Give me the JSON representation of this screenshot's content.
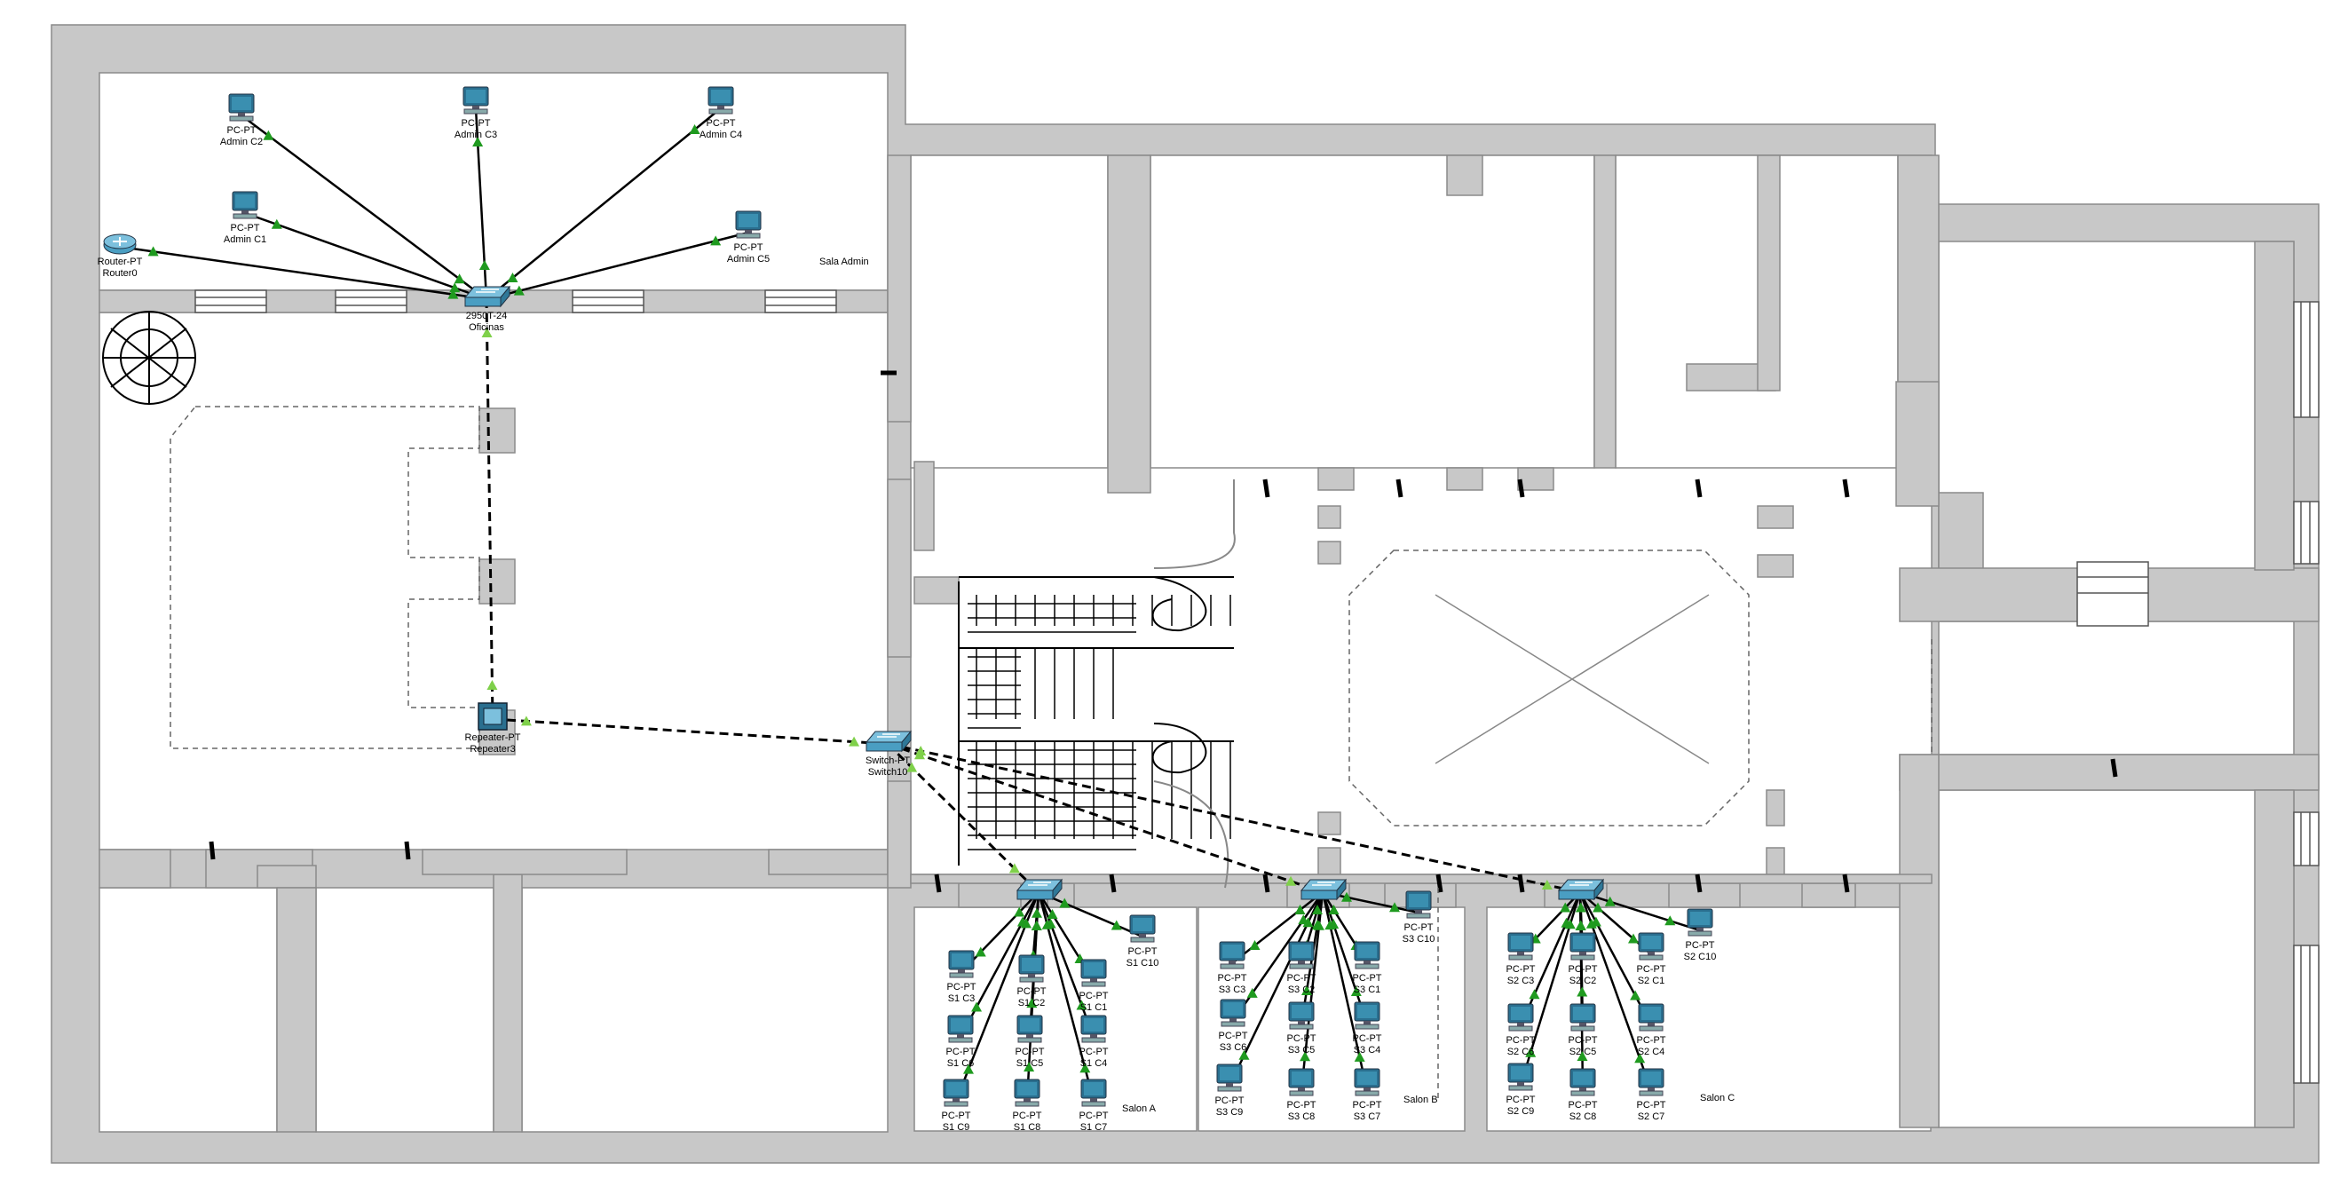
{
  "rooms": [
    {
      "id": "admin",
      "label": "Sala Admin"
    },
    {
      "id": "salon_a",
      "label": "Salon A"
    },
    {
      "id": "salon_b",
      "label": "Salon B"
    },
    {
      "id": "salon_c",
      "label": "Salon C"
    }
  ],
  "devices": [
    {
      "id": "router0",
      "kind": "router",
      "type": "Router-PT",
      "name": "Router0"
    },
    {
      "id": "sw_ofi",
      "kind": "switch",
      "type": "2950T-24",
      "name": "Oficinas"
    },
    {
      "id": "rep3",
      "kind": "repeater",
      "type": "Repeater-PT",
      "name": "Repeater3"
    },
    {
      "id": "sw10",
      "kind": "switch",
      "type": "Switch-PT",
      "name": "Switch10"
    },
    {
      "id": "swA",
      "kind": "switch",
      "type": "",
      "name": ""
    },
    {
      "id": "swB",
      "kind": "switch",
      "type": "",
      "name": ""
    },
    {
      "id": "swC",
      "kind": "switch",
      "type": "",
      "name": ""
    },
    {
      "id": "ac1",
      "kind": "pc",
      "type": "PC-PT",
      "name": "Admin C1"
    },
    {
      "id": "ac2",
      "kind": "pc",
      "type": "PC-PT",
      "name": "Admin C2"
    },
    {
      "id": "ac3",
      "kind": "pc",
      "type": "PC-PT",
      "name": "Admin C3"
    },
    {
      "id": "ac4",
      "kind": "pc",
      "type": "PC-PT",
      "name": "Admin C4"
    },
    {
      "id": "ac5",
      "kind": "pc",
      "type": "PC-PT",
      "name": "Admin C5"
    },
    {
      "id": "s1c1",
      "kind": "pc",
      "type": "PC-PT",
      "name": "S1 C1"
    },
    {
      "id": "s1c2",
      "kind": "pc",
      "type": "PC-PT",
      "name": "S1 C2"
    },
    {
      "id": "s1c3",
      "kind": "pc",
      "type": "PC-PT",
      "name": "S1 C3"
    },
    {
      "id": "s1c4",
      "kind": "pc",
      "type": "PC-PT",
      "name": "S1 C4"
    },
    {
      "id": "s1c5",
      "kind": "pc",
      "type": "PC-PT",
      "name": "S1 C5"
    },
    {
      "id": "s1c6",
      "kind": "pc",
      "type": "PC-PT",
      "name": "S1 C6"
    },
    {
      "id": "s1c7",
      "kind": "pc",
      "type": "PC-PT",
      "name": "S1 C7"
    },
    {
      "id": "s1c8",
      "kind": "pc",
      "type": "PC-PT",
      "name": "S1 C8"
    },
    {
      "id": "s1c9",
      "kind": "pc",
      "type": "PC-PT",
      "name": "S1 C9"
    },
    {
      "id": "s1c10",
      "kind": "pc",
      "type": "PC-PT",
      "name": "S1 C10"
    },
    {
      "id": "s3c1",
      "kind": "pc",
      "type": "PC-PT",
      "name": "S3 C1"
    },
    {
      "id": "s3c2",
      "kind": "pc",
      "type": "PC-PT",
      "name": "S3 C2"
    },
    {
      "id": "s3c3",
      "kind": "pc",
      "type": "PC-PT",
      "name": "S3 C3"
    },
    {
      "id": "s3c4",
      "kind": "pc",
      "type": "PC-PT",
      "name": "S3 C4"
    },
    {
      "id": "s3c5",
      "kind": "pc",
      "type": "PC-PT",
      "name": "S3 C5"
    },
    {
      "id": "s3c6",
      "kind": "pc",
      "type": "PC-PT",
      "name": "S3 C6"
    },
    {
      "id": "s3c7",
      "kind": "pc",
      "type": "PC-PT",
      "name": "S3 C7"
    },
    {
      "id": "s3c8",
      "kind": "pc",
      "type": "PC-PT",
      "name": "S3 C8"
    },
    {
      "id": "s3c9",
      "kind": "pc",
      "type": "PC-PT",
      "name": "S3 C9"
    },
    {
      "id": "s3c10",
      "kind": "pc",
      "type": "PC-PT",
      "name": "S3 C10"
    },
    {
      "id": "s2c1",
      "kind": "pc",
      "type": "PC-PT",
      "name": "S2 C1"
    },
    {
      "id": "s2c2",
      "kind": "pc",
      "type": "PC-PT",
      "name": "S2 C2"
    },
    {
      "id": "s2c3",
      "kind": "pc",
      "type": "PC-PT",
      "name": "S2 C3"
    },
    {
      "id": "s2c4",
      "kind": "pc",
      "type": "PC-PT",
      "name": "S2 C4"
    },
    {
      "id": "s2c5",
      "kind": "pc",
      "type": "PC-PT",
      "name": "S2 C5"
    },
    {
      "id": "s2c6",
      "kind": "pc",
      "type": "PC-PT",
      "name": "S2 C6"
    },
    {
      "id": "s2c7",
      "kind": "pc",
      "type": "PC-PT",
      "name": "S2 C7"
    },
    {
      "id": "s2c8",
      "kind": "pc",
      "type": "PC-PT",
      "name": "S2 C8"
    },
    {
      "id": "s2c9",
      "kind": "pc",
      "type": "PC-PT",
      "name": "S2 C9"
    },
    {
      "id": "s2c10",
      "kind": "pc",
      "type": "PC-PT",
      "name": "S2 C10"
    }
  ],
  "links": [
    {
      "from": "router0",
      "to": "sw_ofi",
      "style": "solid"
    },
    {
      "from": "ac1",
      "to": "sw_ofi",
      "style": "solid"
    },
    {
      "from": "ac2",
      "to": "sw_ofi",
      "style": "solid"
    },
    {
      "from": "ac3",
      "to": "sw_ofi",
      "style": "solid"
    },
    {
      "from": "ac4",
      "to": "sw_ofi",
      "style": "solid"
    },
    {
      "from": "ac5",
      "to": "sw_ofi",
      "style": "solid"
    },
    {
      "from": "sw_ofi",
      "to": "rep3",
      "style": "dashed"
    },
    {
      "from": "rep3",
      "to": "sw10",
      "style": "dashed"
    },
    {
      "from": "sw10",
      "to": "swA",
      "style": "dashed"
    },
    {
      "from": "sw10",
      "to": "swB",
      "style": "dashed"
    },
    {
      "from": "sw10",
      "to": "swC",
      "style": "dashed"
    },
    {
      "from": "swA",
      "to": "s1c1",
      "style": "solid"
    },
    {
      "from": "swA",
      "to": "s1c2",
      "style": "solid"
    },
    {
      "from": "swA",
      "to": "s1c3",
      "style": "solid"
    },
    {
      "from": "swA",
      "to": "s1c4",
      "style": "solid"
    },
    {
      "from": "swA",
      "to": "s1c5",
      "style": "solid"
    },
    {
      "from": "swA",
      "to": "s1c6",
      "style": "solid"
    },
    {
      "from": "swA",
      "to": "s1c7",
      "style": "solid"
    },
    {
      "from": "swA",
      "to": "s1c8",
      "style": "solid"
    },
    {
      "from": "swA",
      "to": "s1c9",
      "style": "solid"
    },
    {
      "from": "swA",
      "to": "s1c10",
      "style": "solid"
    },
    {
      "from": "swB",
      "to": "s3c1",
      "style": "solid"
    },
    {
      "from": "swB",
      "to": "s3c2",
      "style": "solid"
    },
    {
      "from": "swB",
      "to": "s3c3",
      "style": "solid"
    },
    {
      "from": "swB",
      "to": "s3c4",
      "style": "solid"
    },
    {
      "from": "swB",
      "to": "s3c5",
      "style": "solid"
    },
    {
      "from": "swB",
      "to": "s3c6",
      "style": "solid"
    },
    {
      "from": "swB",
      "to": "s3c7",
      "style": "solid"
    },
    {
      "from": "swB",
      "to": "s3c8",
      "style": "solid"
    },
    {
      "from": "swB",
      "to": "s3c9",
      "style": "solid"
    },
    {
      "from": "swB",
      "to": "s3c10",
      "style": "solid"
    },
    {
      "from": "swC",
      "to": "s2c1",
      "style": "solid"
    },
    {
      "from": "swC",
      "to": "s2c2",
      "style": "solid"
    },
    {
      "from": "swC",
      "to": "s2c3",
      "style": "solid"
    },
    {
      "from": "swC",
      "to": "s2c4",
      "style": "solid"
    },
    {
      "from": "swC",
      "to": "s2c5",
      "style": "solid"
    },
    {
      "from": "swC",
      "to": "s2c6",
      "style": "solid"
    },
    {
      "from": "swC",
      "to": "s2c7",
      "style": "solid"
    },
    {
      "from": "swC",
      "to": "s2c8",
      "style": "solid"
    },
    {
      "from": "swC",
      "to": "s2c9",
      "style": "solid"
    },
    {
      "from": "swC",
      "to": "s2c10",
      "style": "solid"
    }
  ],
  "colors": {
    "wall": "#c8c8c8",
    "wall_edge": "#8a8a8a",
    "link": "#000000",
    "port_up": "#1f9a1f",
    "port_light": "#7fd04a",
    "pc_screen": "#3a8fb0",
    "switch_body": "#4a9ec2"
  }
}
